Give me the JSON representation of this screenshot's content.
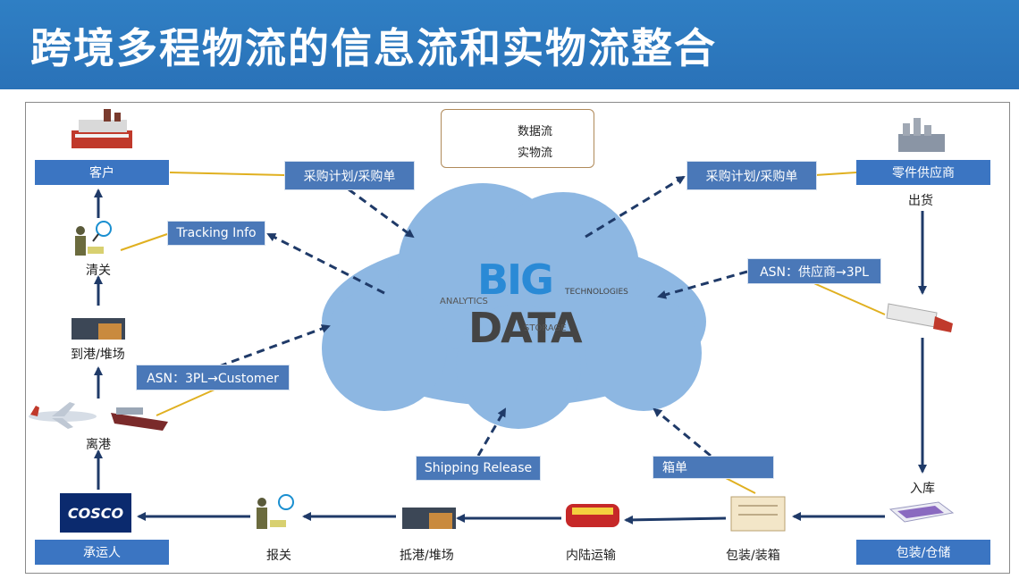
{
  "title": "跨境多程物流的信息流和实物流整合",
  "legend": {
    "data_flow": "数据流",
    "physical_flow": "实物流"
  },
  "cloud": {
    "line1": "BIG",
    "line2": "DATA",
    "words": [
      "ANALYTICS",
      "STORAGE",
      "TECHNOLOGIES"
    ]
  },
  "boxes": {
    "customer": "客户",
    "supplier": "零件供应商",
    "carrier": "承运人",
    "warehouse": "包装/仓储"
  },
  "tags": {
    "purchase_left": "采购计划/采购单",
    "purchase_right": "采购计划/采购单",
    "tracking": "Tracking Info",
    "asn_supplier": "ASN：供应商→3PL",
    "asn_customer": "ASN：3PL→Customer",
    "shipping_release": "Shipping Release",
    "packing_list": "箱单"
  },
  "nodes": {
    "customs_clearance": "清关",
    "arrival_port": "到港/堆场",
    "departure_port": "离港",
    "shipment": "出货",
    "inbound": "入库",
    "customs_declaration": "报关",
    "to_port": "抵港/堆场",
    "inland": "内陆运输",
    "packing": "包装/装箱"
  },
  "carrier_logo": "COSCO",
  "colors": {
    "header": "#2f7fc4",
    "box": "#3b75c2",
    "tag": "#4a78b8",
    "cloud": "#8db7e2",
    "arrow": "#1f3a68",
    "leader": "#e0b020"
  }
}
